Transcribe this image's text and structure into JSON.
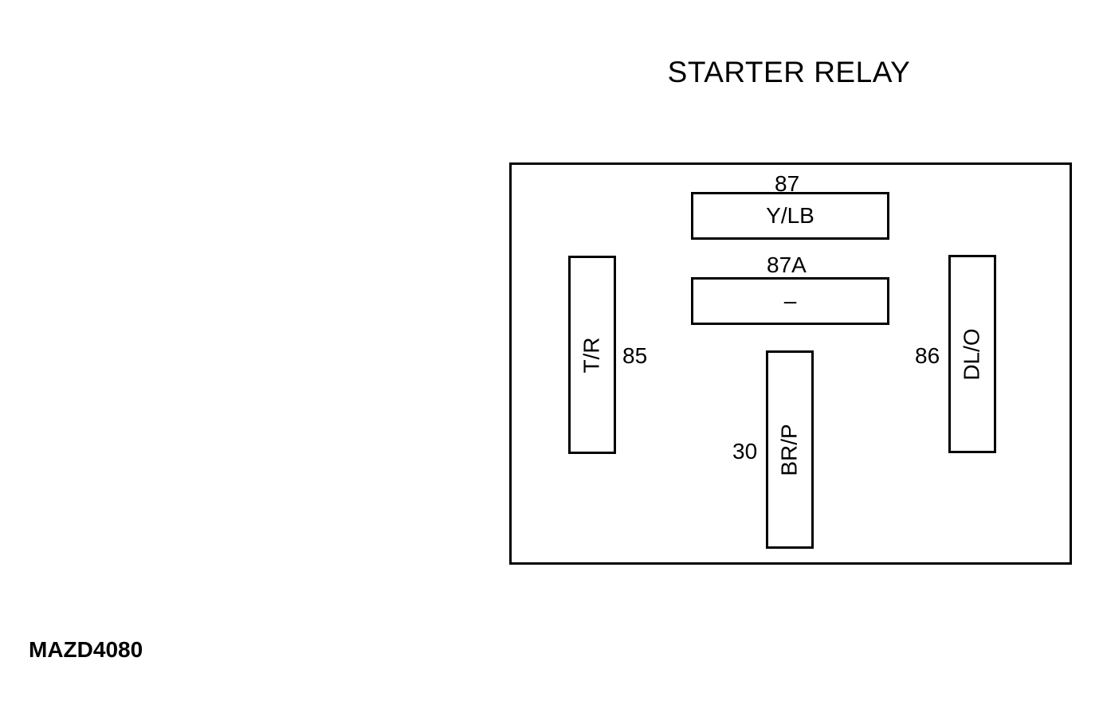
{
  "title": "STARTER RELAY",
  "figure_code": "MAZD4080",
  "pins": {
    "p87": {
      "number": "87",
      "wire": "Y/LB"
    },
    "p87a": {
      "number": "87A",
      "wire": "–"
    },
    "p85": {
      "number": "85",
      "wire": "T/R"
    },
    "p86": {
      "number": "86",
      "wire": "DL/O"
    },
    "p30": {
      "number": "30",
      "wire": "BR/P"
    }
  }
}
